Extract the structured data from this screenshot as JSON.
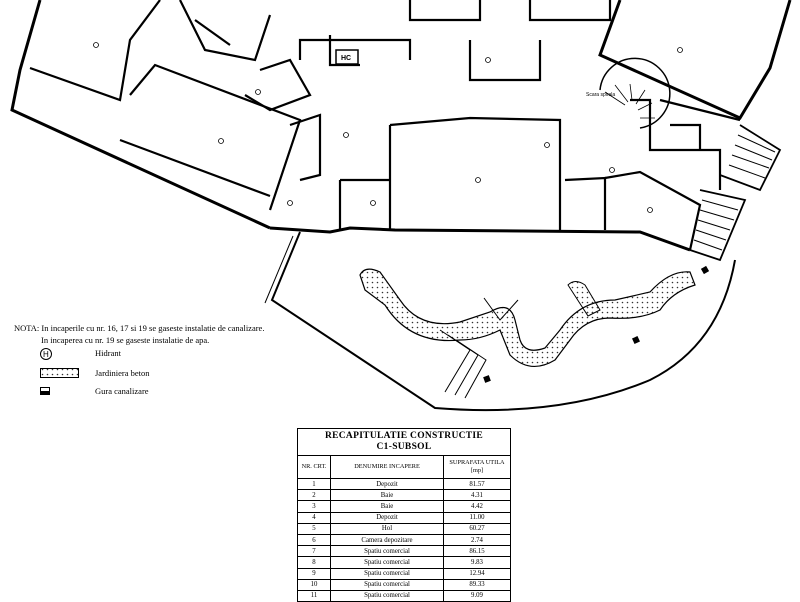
{
  "note": {
    "line1": "NOTA: In incaperile cu nr. 16, 17 si 19 se gaseste instalatie de canalizare.",
    "line2": "In incaperea cu nr. 19 se gaseste instalatie de apa."
  },
  "legend": {
    "hydrant": "Hidrant",
    "planter": "Jardiniera beton",
    "drain": "Gura canalizare"
  },
  "plan_labels": {
    "hc": "HC",
    "stair": "Scara spirala"
  },
  "recap": {
    "title_line1": "RECAPITULATIE",
    "title_line1_bold": "CONSTRUCTIE",
    "title_line2": "C1-SUBSOL",
    "col_nr": "NR. CRT.",
    "col_name": "DENUMIRE INCAPERE",
    "col_area": "SUPRAFATA UTILA [mp]",
    "rows": [
      {
        "nr": "1",
        "name": "Depozit",
        "area": "81.57"
      },
      {
        "nr": "2",
        "name": "Baie",
        "area": "4.31"
      },
      {
        "nr": "3",
        "name": "Baie",
        "area": "4.42"
      },
      {
        "nr": "4",
        "name": "Depozit",
        "area": "11.00"
      },
      {
        "nr": "5",
        "name": "Hol",
        "area": "60.27"
      },
      {
        "nr": "6",
        "name": "Camera depozitare",
        "area": "2.74"
      },
      {
        "nr": "7",
        "name": "Spatiu comercial",
        "area": "86.15"
      },
      {
        "nr": "8",
        "name": "Spatiu comercial",
        "area": "9.83"
      },
      {
        "nr": "9",
        "name": "Spatiu comercial",
        "area": "12.94"
      },
      {
        "nr": "10",
        "name": "Spatiu comercial",
        "area": "89.33"
      },
      {
        "nr": "11",
        "name": "Spatiu comercial",
        "area": "9.09"
      }
    ]
  }
}
